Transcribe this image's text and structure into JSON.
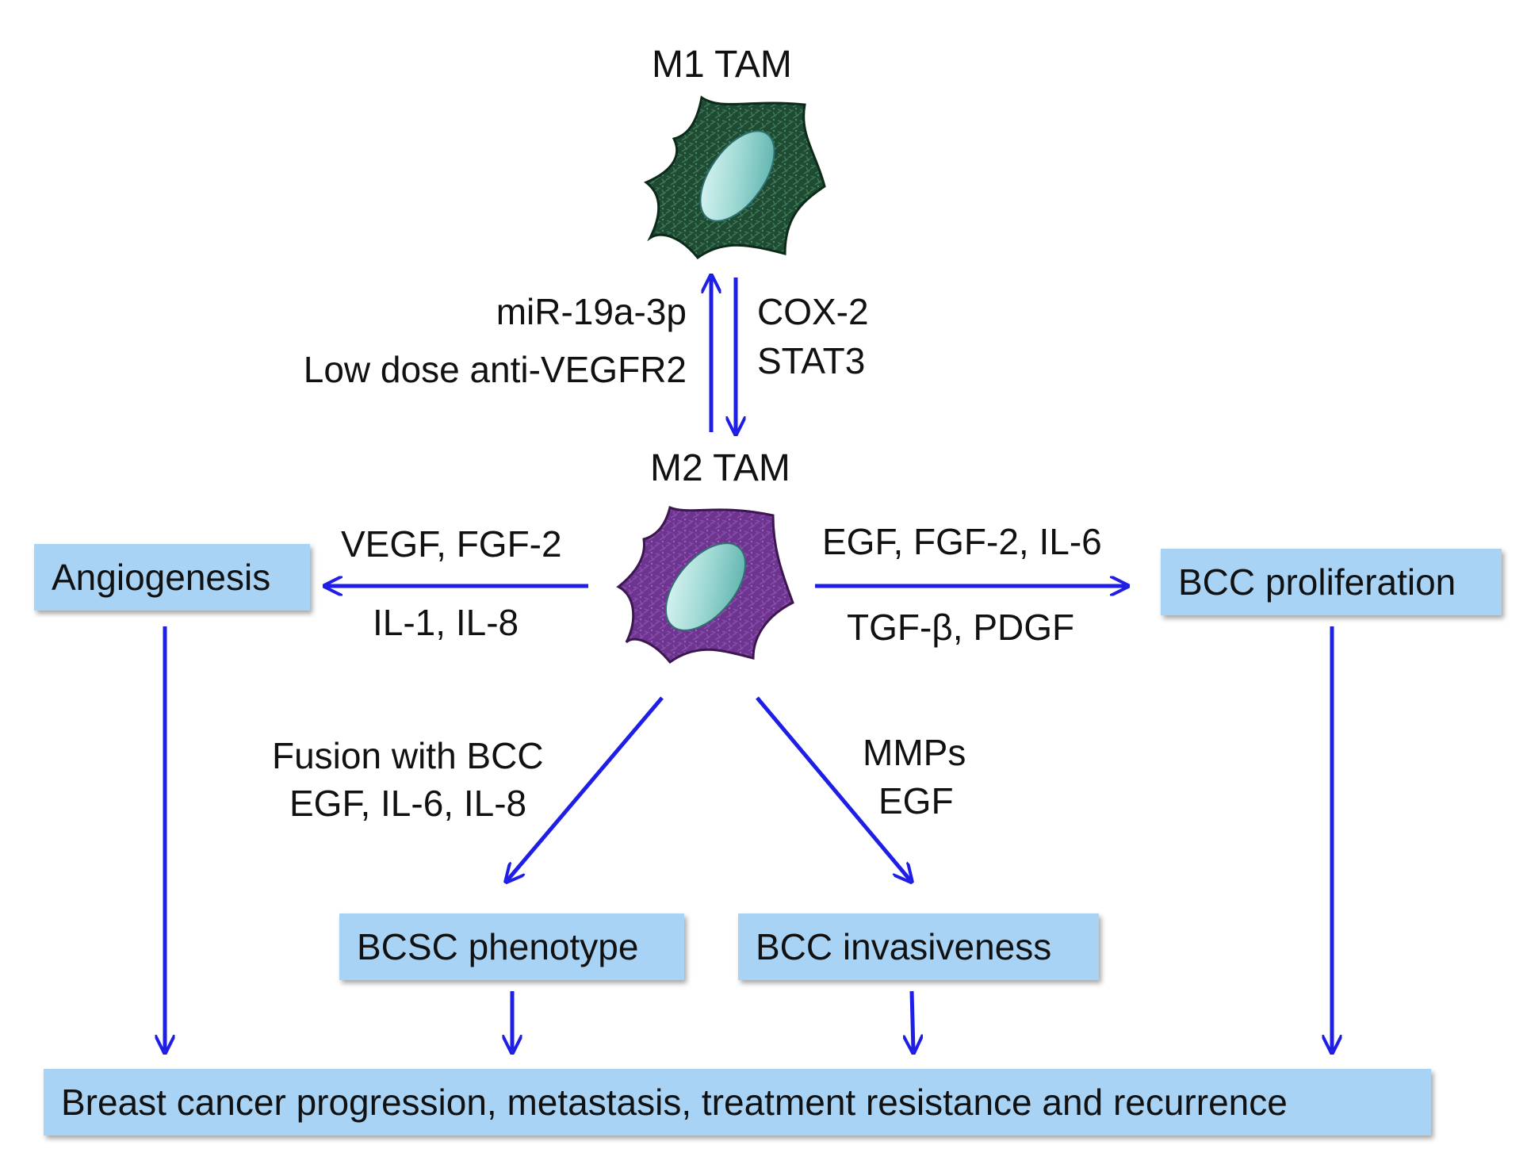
{
  "cells": {
    "m1": {
      "label": "M1 TAM"
    },
    "m2": {
      "label": "M2 TAM"
    }
  },
  "polarization": {
    "to_m1": {
      "lines": [
        "miR-19a-3p",
        "Low dose anti-VEGFR2"
      ]
    },
    "to_m2": {
      "lines": [
        "COX-2",
        "STAT3"
      ]
    }
  },
  "boxes": {
    "angiogenesis": "Angiogenesis",
    "bcc_proliferation": "BCC proliferation",
    "bcsc_phenotype": "BCSC phenotype",
    "bcc_invasiveness": "BCC invasiveness",
    "outcome": "Breast cancer progression, metastasis, treatment resistance and recurrence"
  },
  "edge_labels": {
    "angiogenesis_top": "VEGF, FGF-2",
    "angiogenesis_bottom": "IL-1, IL-8",
    "proliferation_top": "EGF, FGF-2, IL-6",
    "proliferation_bottom": "TGF-β, PDGF",
    "bcsc": [
      "Fusion with BCC",
      "EGF, IL-6, IL-8"
    ],
    "invasiveness": [
      "MMPs",
      "EGF"
    ]
  },
  "colors": {
    "arrow": "#1e1ee6",
    "box_fill": "#a9d3f5",
    "m1_cell": "#1f4a33",
    "m2_cell": "#6e3590",
    "nucleus": "#9fd9d4"
  }
}
